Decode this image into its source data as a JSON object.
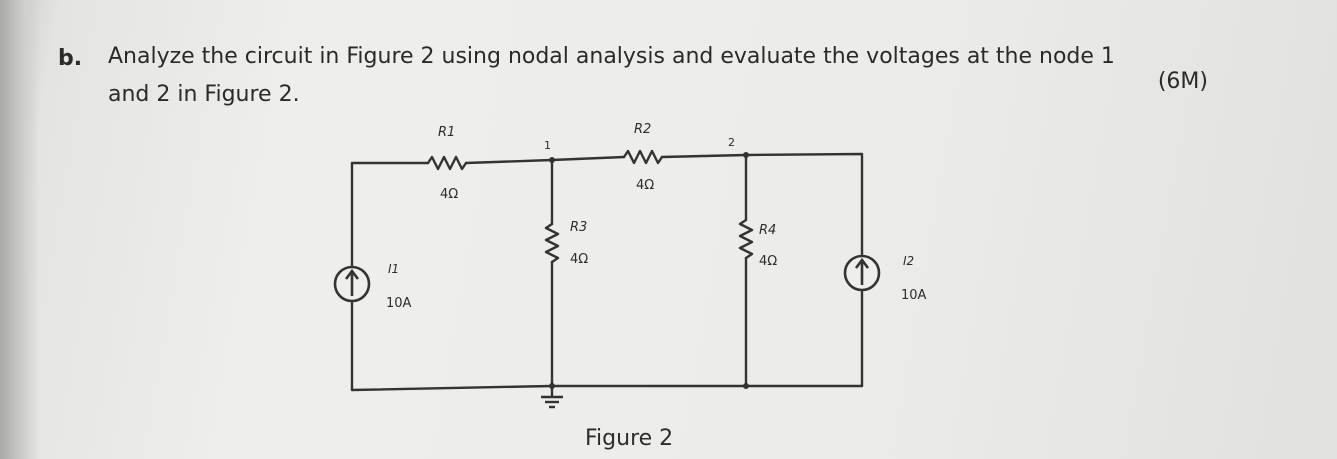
{
  "question": {
    "label": "b.",
    "line1": "Analyze the circuit in Figure 2 using nodal analysis and evaluate the voltages at the node 1",
    "line2": "and 2 in Figure 2.",
    "marks": "(6M)"
  },
  "circuit": {
    "r1": {
      "name": "R1",
      "value": "4Ω"
    },
    "r2": {
      "name": "R2",
      "value": "4Ω"
    },
    "r3": {
      "name": "R3",
      "value": "4Ω"
    },
    "r4": {
      "name": "R4",
      "value": "4Ω"
    },
    "i1": {
      "name": "I1",
      "value": "10A"
    },
    "i2": {
      "name": "I2",
      "value": "10A"
    },
    "node1": "1",
    "node2": "2"
  },
  "figure_caption": "Figure 2"
}
